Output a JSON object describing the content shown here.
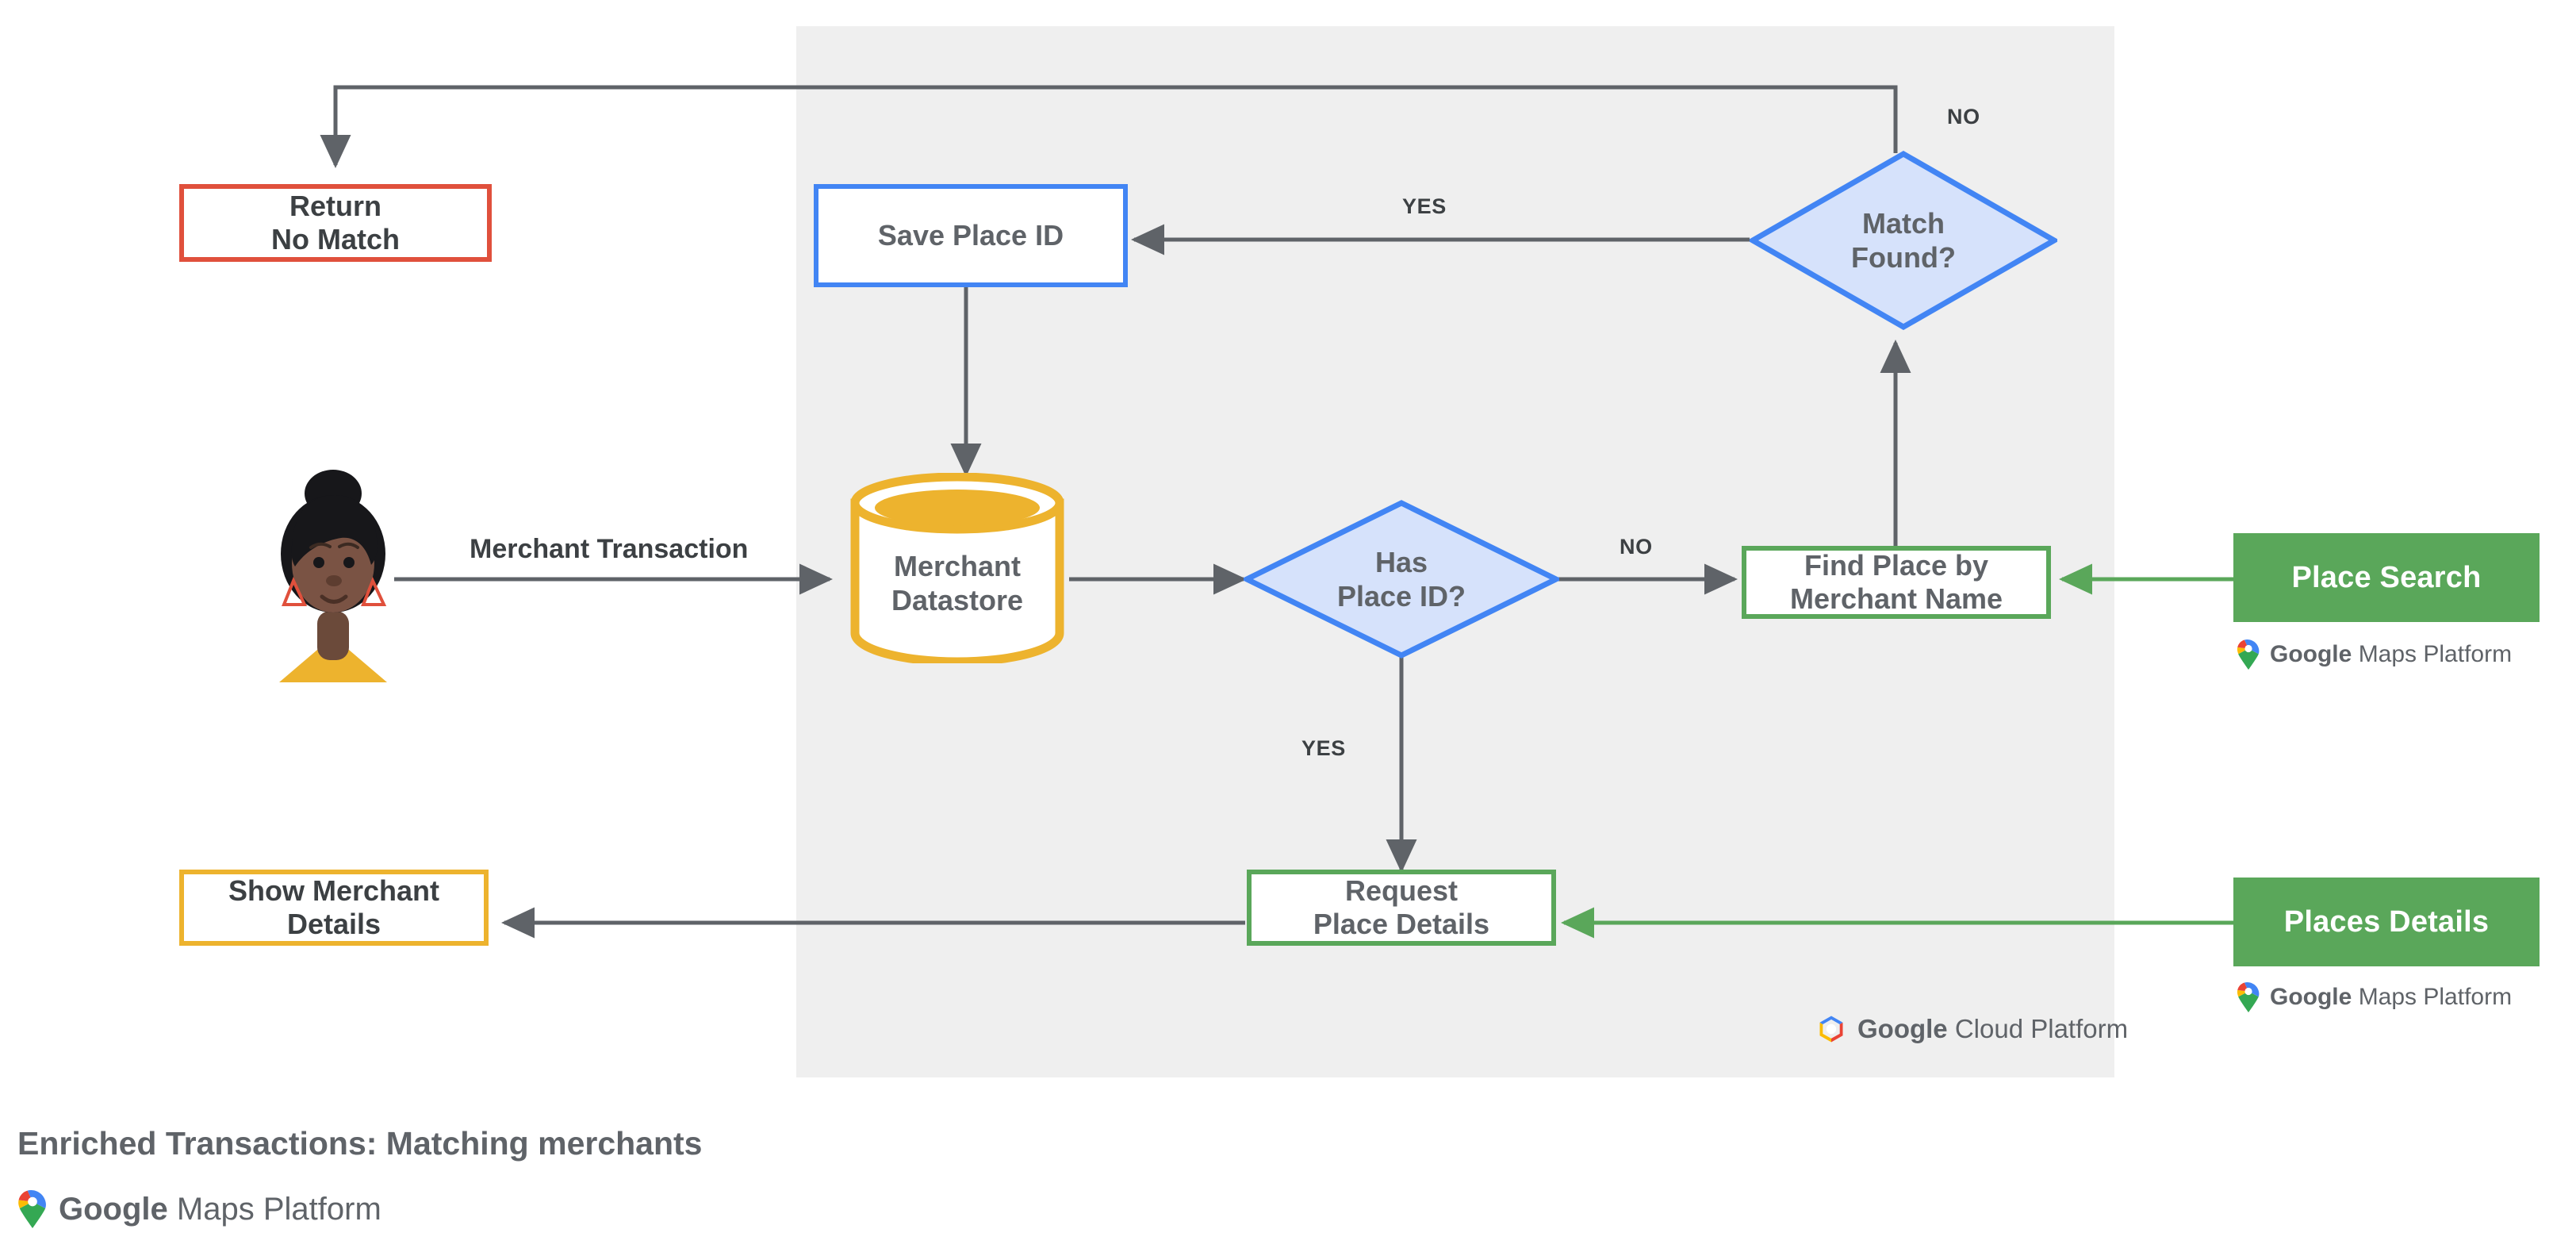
{
  "diagram": {
    "footer_title": "Enriched Transactions: Matching merchants",
    "panel_label": "google-cloud-platform-region"
  },
  "nodes": {
    "return_no_match": {
      "label": "Return\nNo Match"
    },
    "save_place_id": {
      "label": "Save Place ID"
    },
    "match_found": {
      "label": "Match\nFound?"
    },
    "merchant_datastore": {
      "label": "Merchant\nDatastore"
    },
    "has_place_id": {
      "label": "Has\nPlace ID?"
    },
    "find_place_by_merchant_name": {
      "label": "Find Place by\nMerchant Name"
    },
    "show_merchant_details": {
      "label": "Show Merchant\nDetails"
    },
    "request_place_details": {
      "label": "Request\nPlace Details"
    }
  },
  "chips": {
    "place_search": {
      "label": "Place Search"
    },
    "places_details": {
      "label": "Places Details"
    }
  },
  "edge_labels": {
    "no_match_found": "NO",
    "yes_match_found": "YES",
    "no_has_place_id": "NO",
    "yes_has_place_id": "YES",
    "merchant_transaction": "Merchant Transaction"
  },
  "brands": {
    "google": "Google",
    "maps_platform": "Maps Platform",
    "cloud_platform": "Cloud Platform"
  },
  "colors": {
    "panel_bg": "#efefef",
    "red": "#e0503c",
    "blue": "#4285f4",
    "blue_fill": "#d6e2fb",
    "green": "#5aa75a",
    "amber": "#edb32e",
    "edge": "#5f6368",
    "text": "#5f6368",
    "text_dark": "#3c4043",
    "logo_blue": "#4285f4",
    "logo_red": "#ea4335",
    "logo_yellow": "#fbbc04",
    "logo_green": "#34a853"
  }
}
